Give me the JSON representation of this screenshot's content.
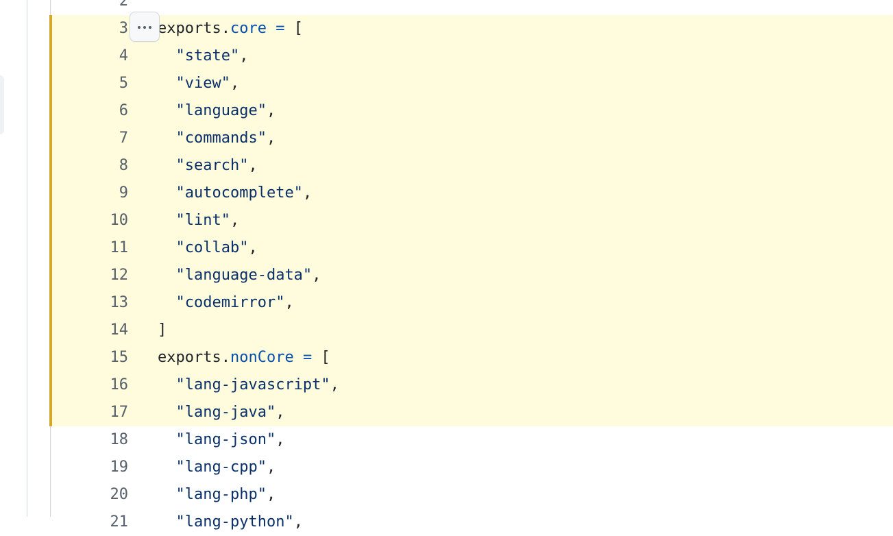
{
  "editor": {
    "lines": [
      {
        "number": "2",
        "highlighted": false,
        "tokens": []
      },
      {
        "number": "3",
        "highlighted": true,
        "tokens": [
          {
            "t": "exports",
            "c": "obj"
          },
          {
            "t": ".",
            "c": "dot"
          },
          {
            "t": "core",
            "c": "prop"
          },
          {
            "t": " ",
            "c": "punc"
          },
          {
            "t": "=",
            "c": "op"
          },
          {
            "t": " [",
            "c": "punc"
          }
        ]
      },
      {
        "number": "4",
        "highlighted": true,
        "tokens": [
          {
            "t": "  ",
            "c": "punc"
          },
          {
            "t": "\"state\"",
            "c": "str"
          },
          {
            "t": ",",
            "c": "punc"
          }
        ]
      },
      {
        "number": "5",
        "highlighted": true,
        "tokens": [
          {
            "t": "  ",
            "c": "punc"
          },
          {
            "t": "\"view\"",
            "c": "str"
          },
          {
            "t": ",",
            "c": "punc"
          }
        ]
      },
      {
        "number": "6",
        "highlighted": true,
        "tokens": [
          {
            "t": "  ",
            "c": "punc"
          },
          {
            "t": "\"language\"",
            "c": "str"
          },
          {
            "t": ",",
            "c": "punc"
          }
        ]
      },
      {
        "number": "7",
        "highlighted": true,
        "tokens": [
          {
            "t": "  ",
            "c": "punc"
          },
          {
            "t": "\"commands\"",
            "c": "str"
          },
          {
            "t": ",",
            "c": "punc"
          }
        ]
      },
      {
        "number": "8",
        "highlighted": true,
        "tokens": [
          {
            "t": "  ",
            "c": "punc"
          },
          {
            "t": "\"search\"",
            "c": "str"
          },
          {
            "t": ",",
            "c": "punc"
          }
        ]
      },
      {
        "number": "9",
        "highlighted": true,
        "tokens": [
          {
            "t": "  ",
            "c": "punc"
          },
          {
            "t": "\"autocomplete\"",
            "c": "str"
          },
          {
            "t": ",",
            "c": "punc"
          }
        ]
      },
      {
        "number": "10",
        "highlighted": true,
        "tokens": [
          {
            "t": "  ",
            "c": "punc"
          },
          {
            "t": "\"lint\"",
            "c": "str"
          },
          {
            "t": ",",
            "c": "punc"
          }
        ]
      },
      {
        "number": "11",
        "highlighted": true,
        "tokens": [
          {
            "t": "  ",
            "c": "punc"
          },
          {
            "t": "\"collab\"",
            "c": "str"
          },
          {
            "t": ",",
            "c": "punc"
          }
        ]
      },
      {
        "number": "12",
        "highlighted": true,
        "tokens": [
          {
            "t": "  ",
            "c": "punc"
          },
          {
            "t": "\"language-data\"",
            "c": "str"
          },
          {
            "t": ",",
            "c": "punc"
          }
        ]
      },
      {
        "number": "13",
        "highlighted": true,
        "tokens": [
          {
            "t": "  ",
            "c": "punc"
          },
          {
            "t": "\"codemirror\"",
            "c": "str"
          },
          {
            "t": ",",
            "c": "punc"
          }
        ]
      },
      {
        "number": "14",
        "highlighted": true,
        "tokens": [
          {
            "t": "]",
            "c": "punc"
          }
        ]
      },
      {
        "number": "15",
        "highlighted": true,
        "tokens": [
          {
            "t": "exports",
            "c": "obj"
          },
          {
            "t": ".",
            "c": "dot"
          },
          {
            "t": "nonCore",
            "c": "prop"
          },
          {
            "t": " ",
            "c": "punc"
          },
          {
            "t": "=",
            "c": "op"
          },
          {
            "t": " [",
            "c": "punc"
          }
        ]
      },
      {
        "number": "16",
        "highlighted": true,
        "tokens": [
          {
            "t": "  ",
            "c": "punc"
          },
          {
            "t": "\"lang-javascript\"",
            "c": "str"
          },
          {
            "t": ",",
            "c": "punc"
          }
        ]
      },
      {
        "number": "17",
        "highlighted": true,
        "tokens": [
          {
            "t": "  ",
            "c": "punc"
          },
          {
            "t": "\"lang-java\"",
            "c": "str"
          },
          {
            "t": ",",
            "c": "punc"
          }
        ]
      },
      {
        "number": "18",
        "highlighted": false,
        "tokens": [
          {
            "t": "  ",
            "c": "punc"
          },
          {
            "t": "\"lang-json\"",
            "c": "str"
          },
          {
            "t": ",",
            "c": "punc"
          }
        ]
      },
      {
        "number": "19",
        "highlighted": false,
        "tokens": [
          {
            "t": "  ",
            "c": "punc"
          },
          {
            "t": "\"lang-cpp\"",
            "c": "str"
          },
          {
            "t": ",",
            "c": "punc"
          }
        ]
      },
      {
        "number": "20",
        "highlighted": false,
        "tokens": [
          {
            "t": "  ",
            "c": "punc"
          },
          {
            "t": "\"lang-php\"",
            "c": "str"
          },
          {
            "t": ",",
            "c": "punc"
          }
        ]
      },
      {
        "number": "21",
        "highlighted": false,
        "tokens": [
          {
            "t": "  ",
            "c": "punc"
          },
          {
            "t": "\"lang-python\"",
            "c": "str"
          },
          {
            "t": ",",
            "c": "punc"
          }
        ]
      }
    ]
  },
  "icons": {
    "line_menu": "kebab-horizontal-icon"
  },
  "colors": {
    "highlight_background": "#fffbdd",
    "highlight_bar": "#d4a72c",
    "line_number": "#57606a",
    "property": "#0550ae",
    "string": "#0a3069",
    "border": "#d0d7de"
  }
}
